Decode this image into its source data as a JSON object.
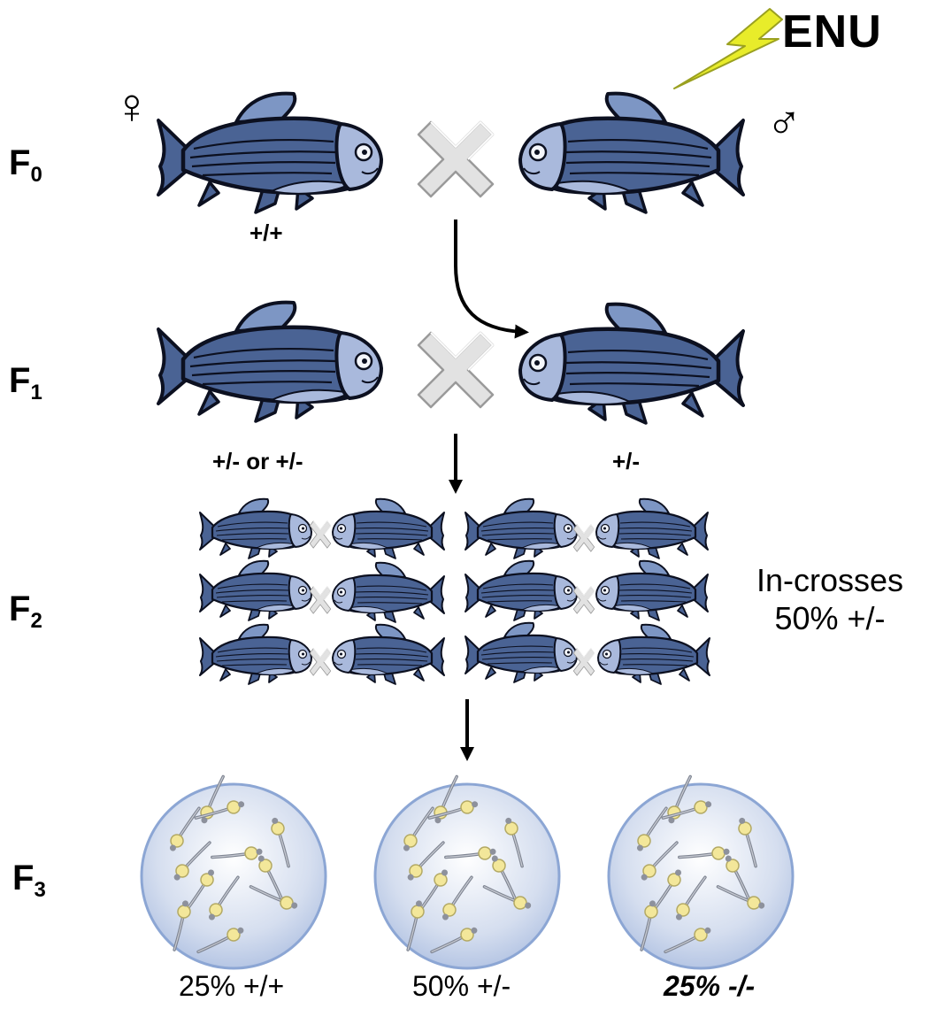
{
  "generations": {
    "f0": {
      "letter": "F",
      "sub": "0"
    },
    "f1": {
      "letter": "F",
      "sub": "1"
    },
    "f2": {
      "letter": "F",
      "sub": "2"
    },
    "f3": {
      "letter": "F",
      "sub": "3"
    }
  },
  "mutagen": "ENU",
  "symbols": {
    "female": "♀",
    "male": "♂"
  },
  "genotypes": {
    "f0_female": "+/+",
    "f1_female": "+/- or +/-",
    "f1_male": "+/-"
  },
  "incrosses": {
    "line1": "In-crosses",
    "line2": "50% +/-"
  },
  "outcomes": [
    {
      "label": "25% +/+",
      "emphasis": false
    },
    {
      "label": "50% +/-",
      "emphasis": false
    },
    {
      "label": "25% -/-",
      "emphasis": true
    }
  ],
  "colors": {
    "fish_body": "#4a6394",
    "fish_belly": "#a9b9dc",
    "fish_outline": "#0c1020",
    "lightning": "#e8ec2a",
    "dish_edge": "#8ca6d4",
    "cross_fill": "#e2e2e2"
  }
}
